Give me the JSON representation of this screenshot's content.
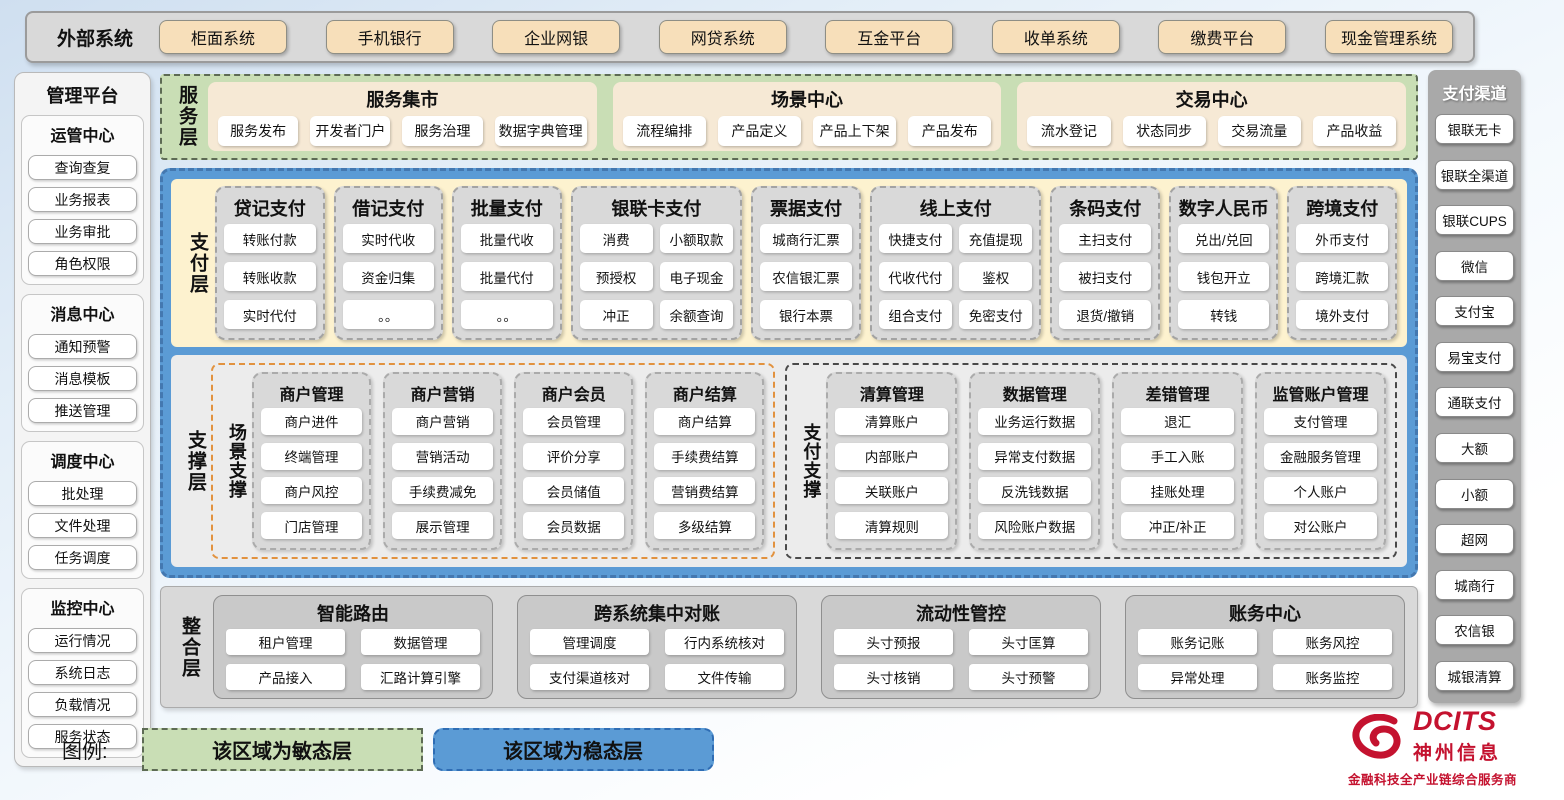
{
  "external": {
    "label": "外部系统",
    "items": [
      "柜面系统",
      "手机银行",
      "企业网银",
      "网贷系统",
      "互金平台",
      "收单系统",
      "缴费平台",
      "现金管理系统"
    ]
  },
  "management": {
    "title": "管理平台",
    "groups": [
      {
        "title": "运管中心",
        "items": [
          "查询查复",
          "业务报表",
          "业务审批",
          "角色权限"
        ]
      },
      {
        "title": "消息中心",
        "items": [
          "通知预警",
          "消息模板",
          "推送管理"
        ]
      },
      {
        "title": "调度中心",
        "items": [
          "批处理",
          "文件处理",
          "任务调度"
        ]
      },
      {
        "title": "监控中心",
        "items": [
          "运行情况",
          "系统日志",
          "负载情况",
          "服务状态"
        ]
      }
    ]
  },
  "service_layer": {
    "label": "服务层",
    "groups": [
      {
        "title": "服务集市",
        "items": [
          "服务发布",
          "开发者门户",
          "服务治理",
          "数据字典管理"
        ]
      },
      {
        "title": "场景中心",
        "items": [
          "流程编排",
          "产品定义",
          "产品上下架",
          "产品发布"
        ]
      },
      {
        "title": "交易中心",
        "items": [
          "流水登记",
          "状态同步",
          "交易流量",
          "产品收益"
        ]
      }
    ]
  },
  "payment_layer": {
    "label": "支付层",
    "columns": [
      {
        "title": "贷记支付",
        "cols": 1,
        "items": [
          "转账付款",
          "转账收款",
          "实时代付"
        ]
      },
      {
        "title": "借记支付",
        "cols": 1,
        "items": [
          "实时代收",
          "资金归集",
          "。。"
        ]
      },
      {
        "title": "批量支付",
        "cols": 1,
        "items": [
          "批量代收",
          "批量代付",
          "。。"
        ]
      },
      {
        "title": "银联卡支付",
        "cols": 2,
        "items": [
          "消费",
          "小额取款",
          "预授权",
          "电子现金",
          "冲正",
          "余额查询"
        ]
      },
      {
        "title": "票据支付",
        "cols": 1,
        "items": [
          "城商行汇票",
          "农信银汇票",
          "银行本票"
        ]
      },
      {
        "title": "线上支付",
        "cols": 2,
        "items": [
          "快捷支付",
          "充值提现",
          "代收代付",
          "鉴权",
          "组合支付",
          "免密支付"
        ]
      },
      {
        "title": "条码支付",
        "cols": 1,
        "items": [
          "主扫支付",
          "被扫支付",
          "退货/撤销"
        ]
      },
      {
        "title": "数字人民币",
        "cols": 1,
        "items": [
          "兑出/兑回",
          "钱包开立",
          "转钱"
        ]
      },
      {
        "title": "跨境支付",
        "cols": 1,
        "items": [
          "外币支付",
          "跨境汇款",
          "境外支付"
        ]
      }
    ]
  },
  "support_layer": {
    "label": "支撑层",
    "sections": [
      {
        "label": "场景支撑",
        "kind": "scene",
        "columns": [
          {
            "title": "商户管理",
            "items": [
              "商户进件",
              "终端管理",
              "商户风控",
              "门店管理"
            ]
          },
          {
            "title": "商户营销",
            "items": [
              "商户营销",
              "营销活动",
              "手续费减免",
              "展示管理"
            ]
          },
          {
            "title": "商户会员",
            "items": [
              "会员管理",
              "评价分享",
              "会员储值",
              "会员数据"
            ]
          },
          {
            "title": "商户结算",
            "items": [
              "商户结算",
              "手续费结算",
              "营销费结算",
              "多级结算"
            ]
          }
        ]
      },
      {
        "label": "支付支撑",
        "kind": "pay",
        "columns": [
          {
            "title": "清算管理",
            "items": [
              "清算账户",
              "内部账户",
              "关联账户",
              "清算规则"
            ]
          },
          {
            "title": "数据管理",
            "items": [
              "业务运行数据",
              "异常支付数据",
              "反洗钱数据",
              "风险账户数据"
            ]
          },
          {
            "title": "差错管理",
            "items": [
              "退汇",
              "手工入账",
              "挂账处理",
              "冲正/补正"
            ]
          },
          {
            "title": "监管账户管理",
            "items": [
              "支付管理",
              "金融服务管理",
              "个人账户",
              "对公账户"
            ]
          }
        ]
      }
    ]
  },
  "integration_layer": {
    "label": "整合层",
    "groups": [
      {
        "title": "智能路由",
        "items": [
          "租户管理",
          "数据管理",
          "产品接入",
          "汇路计算引擎"
        ]
      },
      {
        "title": "跨系统集中对账",
        "items": [
          "管理调度",
          "行内系统核对",
          "支付渠道核对",
          "文件传输"
        ]
      },
      {
        "title": "流动性管控",
        "items": [
          "头寸预报",
          "头寸匡算",
          "头寸核销",
          "头寸预警"
        ]
      },
      {
        "title": "账务中心",
        "items": [
          "账务记账",
          "账务风控",
          "异常处理",
          "账务监控"
        ]
      }
    ]
  },
  "channels": {
    "title": "支付渠道",
    "items": [
      "银联无卡",
      "银联全渠道",
      "银联CUPS",
      "微信",
      "支付宝",
      "易宝支付",
      "通联支付",
      "大额",
      "小额",
      "超网",
      "城商行",
      "农信银",
      "城银清算"
    ]
  },
  "legend": {
    "label": "图例:",
    "items": [
      {
        "text": "该区域为敏态层",
        "kind": "agile"
      },
      {
        "text": "该区域为稳态层",
        "kind": "stable"
      }
    ]
  },
  "logo": {
    "brand": "DCITS",
    "name": "神州信息",
    "tagline": "金融科技全产业链综合服务商"
  },
  "colors": {
    "agile_green": "#c9deb5",
    "stable_blue": "#5b9bd5",
    "panel_gray": "#d9d9d9",
    "tan_chip": "#f7dfba",
    "cream_band": "#fdf2cf",
    "scene_border_orange": "#e2923e",
    "brand_red": "#c4122f"
  }
}
